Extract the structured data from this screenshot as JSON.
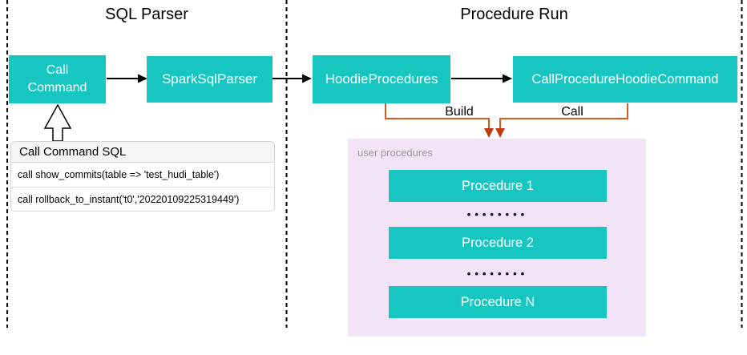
{
  "sections": {
    "sql_parser": {
      "title": "SQL Parser"
    },
    "procedure_run": {
      "title": "Procedure Run"
    }
  },
  "nodes": {
    "call_command": "Call Command",
    "spark_sql_parser": "SparkSqlParser",
    "hoodie_procedures": "HoodieProcedures",
    "call_procedure_hoodie_command": "CallProcedureHoodieCommand"
  },
  "edges": {
    "build_label": "Build",
    "call_label": "Call"
  },
  "sql_panel": {
    "title": "Call Command SQL",
    "queries": [
      "call show_commits(table => 'test_hudi_table')",
      "call rollback_to_instant('t0','20220109225319449')"
    ]
  },
  "user_procedures": {
    "label": "user procedures",
    "items": [
      "Procedure 1",
      "Procedure 2",
      "Procedure N"
    ],
    "ellipsis": "••••••••"
  },
  "colors": {
    "accent_teal": "#17C6C1",
    "connector_orange": "#D95A1E",
    "arrowhead_red": "#C13A10",
    "panel_lavender": "#F3E3F7",
    "muted_text": "#999999",
    "panel_border": "#D5D5D5",
    "header_bg": "#F5F5F5"
  }
}
